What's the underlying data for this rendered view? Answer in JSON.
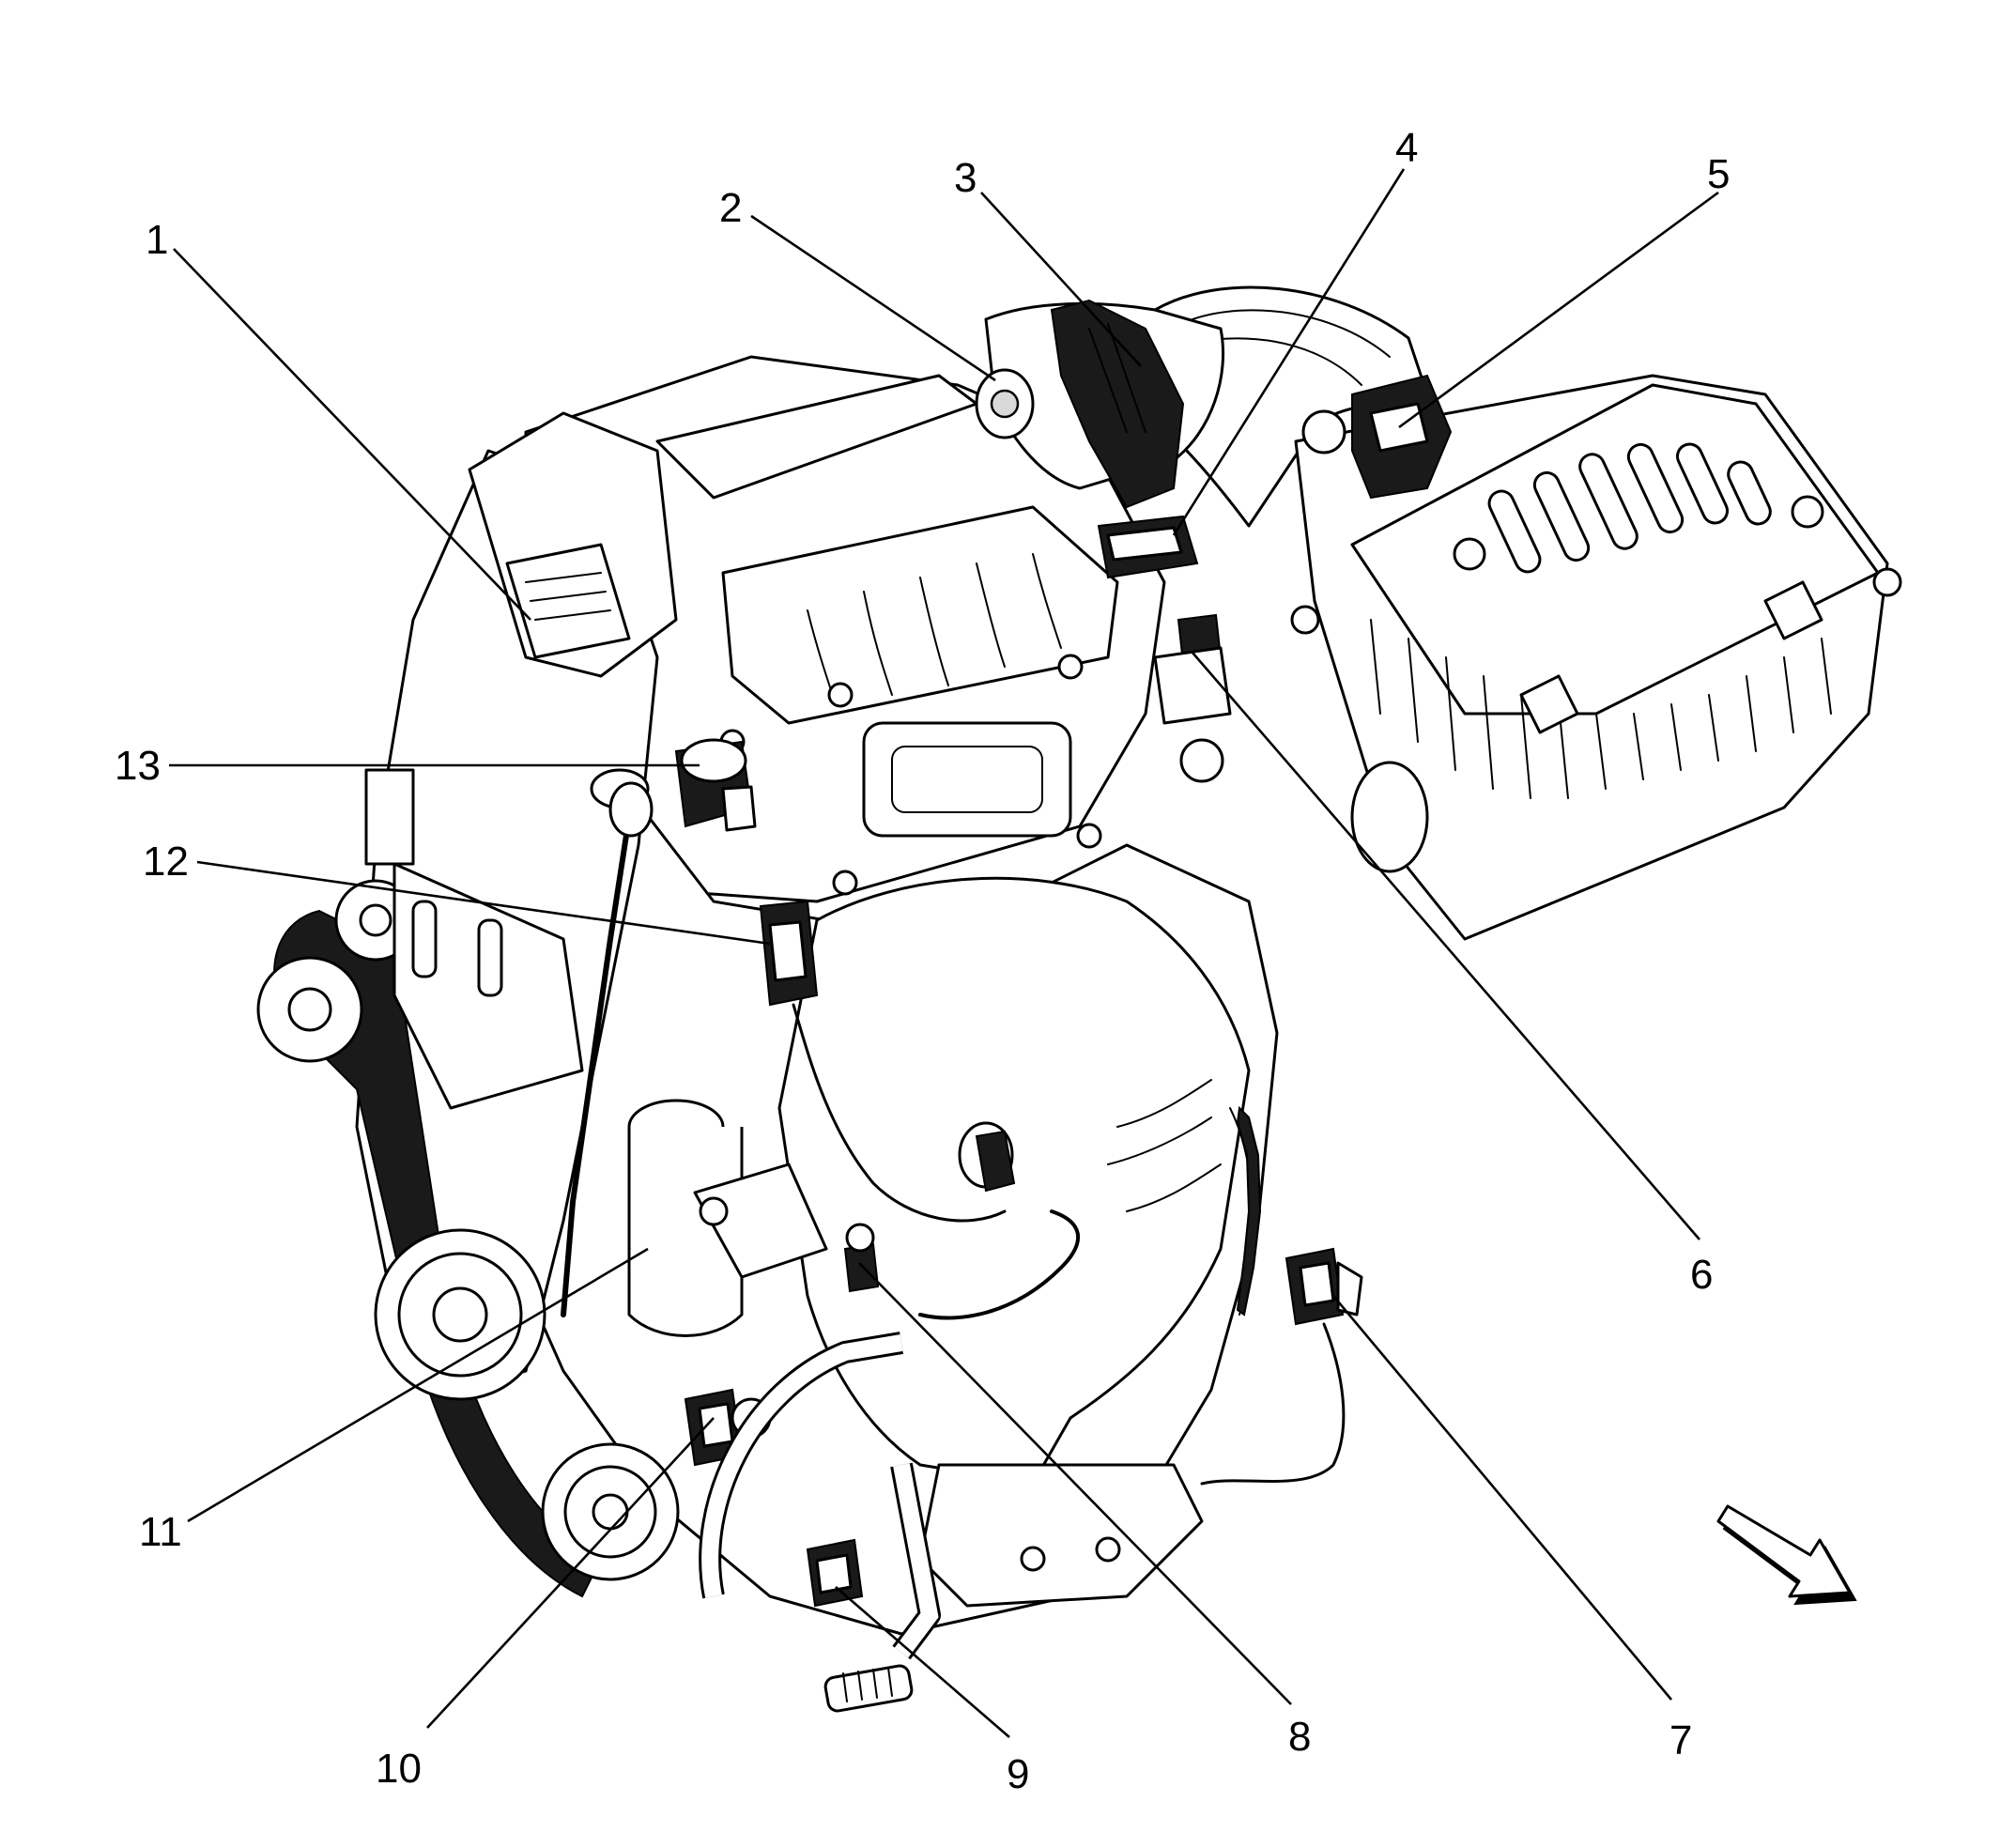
{
  "callouts": [
    {
      "id": "1",
      "label": "1"
    },
    {
      "id": "2",
      "label": "2"
    },
    {
      "id": "3",
      "label": "3"
    },
    {
      "id": "4",
      "label": "4"
    },
    {
      "id": "5",
      "label": "5"
    },
    {
      "id": "6",
      "label": "6"
    },
    {
      "id": "7",
      "label": "7"
    },
    {
      "id": "8",
      "label": "8"
    },
    {
      "id": "9",
      "label": "9"
    },
    {
      "id": "10",
      "label": "10"
    },
    {
      "id": "11",
      "label": "11"
    },
    {
      "id": "12",
      "label": "12"
    },
    {
      "id": "13",
      "label": "13"
    }
  ],
  "icons": {
    "orientation_arrow": "front-direction-arrow-icon"
  },
  "colors": {
    "line": "#000000",
    "background": "#ffffff",
    "shade": "#d9d9d9"
  }
}
